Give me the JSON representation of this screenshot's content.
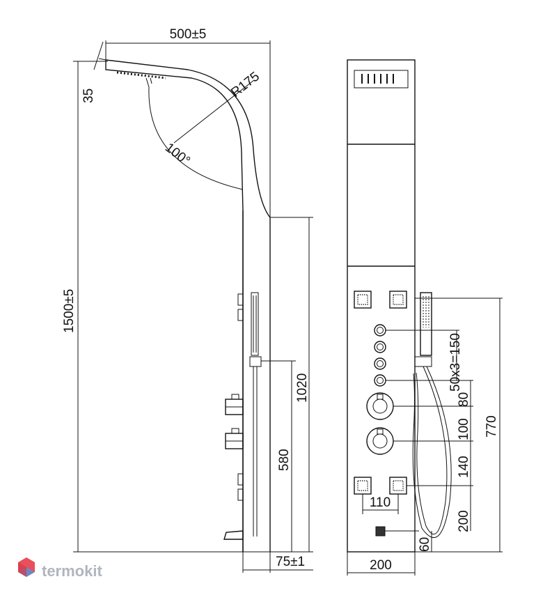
{
  "drawing": {
    "side_view": {
      "top_width": "500±5",
      "head_thickness": "35",
      "bend_radius": "R175",
      "head_angle": "100°",
      "total_height": "1500±5",
      "hand_shower_bracket_height": "1020",
      "mixer_height": "580",
      "panel_depth": "75±1"
    },
    "front_view": {
      "panel_width": "200",
      "jet_spacing": "50x3=150",
      "dim_80": "80",
      "dim_100": "100",
      "dim_140": "140",
      "dim_200": "200",
      "dim_60": "60",
      "dim_110": "110",
      "dim_770": "770"
    }
  },
  "watermark": {
    "brand": "termokit"
  },
  "colors": {
    "line": "#111111",
    "logo_red": "#e8505b",
    "logo_blue": "#5b8fd6",
    "logo_text": "#b0b6bf"
  }
}
